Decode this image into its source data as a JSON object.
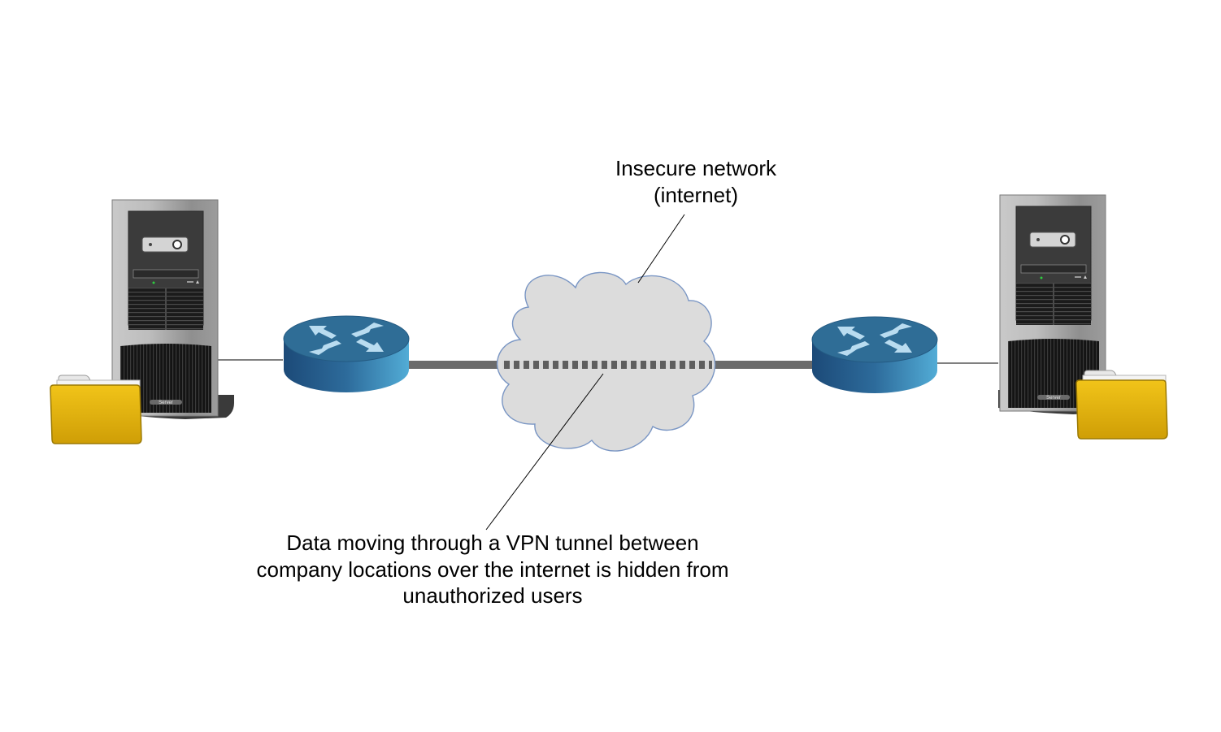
{
  "labels": {
    "network_line1": "Insecure network",
    "network_line2": "(internet)",
    "tunnel_line1": "Data moving through a VPN tunnel between",
    "tunnel_line2": "company locations over the internet is hidden from",
    "tunnel_line3": "unauthorized users"
  },
  "server_badge": "Server",
  "colors": {
    "router_top": "#2f6d96",
    "router_side_dark": "#1f4f7a",
    "router_side_light": "#4aa3cf",
    "cloud_fill": "#dcdcdc",
    "cloud_stroke": "#7a96c4",
    "folder_front": "#e3b20e",
    "server_body": "#a9a9a9",
    "link_line": "#6b6b6b"
  },
  "icons": [
    "server-tower-icon",
    "folder-icon",
    "router-icon",
    "cloud-icon"
  ]
}
